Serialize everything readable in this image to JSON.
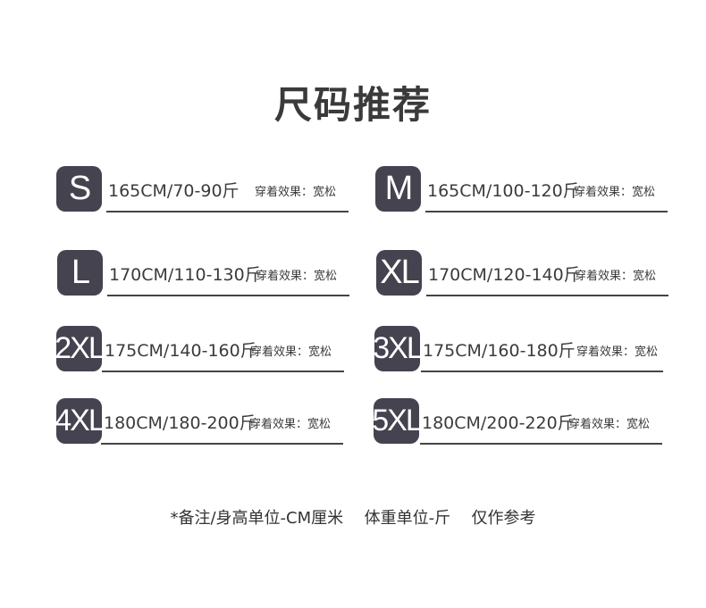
{
  "title": "尺码推荐",
  "sizes": [
    {
      "size": "S",
      "spec": "165CM/70-90斤",
      "fit": "穿着效果：宽松"
    },
    {
      "size": "M",
      "spec": "165CM/100-120斤",
      "fit": "穿着效果：宽松"
    },
    {
      "size": "L",
      "spec": "170CM/110-130斤",
      "fit": "穿着效果：宽松"
    },
    {
      "size": "XL",
      "spec": "170CM/120-140斤",
      "fit": "穿着效果：宽松"
    },
    {
      "size": "2XL",
      "spec": "175CM/140-160斤",
      "fit": "穿着效果：宽松"
    },
    {
      "size": "3XL",
      "spec": "175CM/160-180斤",
      "fit": "穿着效果：宽松"
    },
    {
      "size": "4XL",
      "spec": "180CM/180-200斤",
      "fit": "穿着效果：宽松"
    },
    {
      "size": "5XL",
      "spec": "180CM/200-220斤",
      "fit": "穿着效果：宽松"
    }
  ],
  "note": "*备注/身高单位-CM厘米  体重单位-斤  仅作参考",
  "colors": {
    "badge": "#45434f",
    "text": "#3b3b3b"
  }
}
